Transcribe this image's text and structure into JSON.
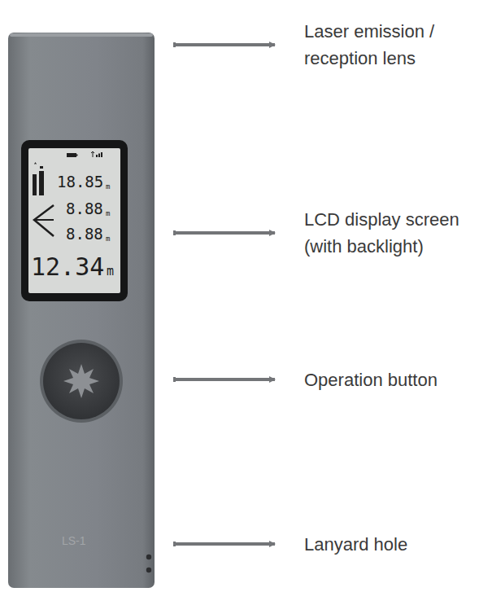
{
  "diagram": {
    "labels": [
      "Laser emission / reception lens",
      "LCD display screen (with backlight)",
      "Operation button",
      "Lanyard hole",
      "18.85",
      "m",
      "8.88",
      "m",
      "8.88",
      "m",
      "12.34",
      "m",
      "LS-1"
    ]
  }
}
